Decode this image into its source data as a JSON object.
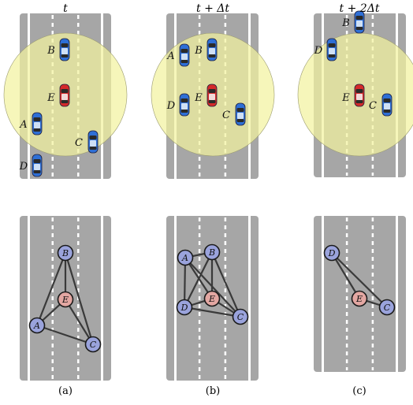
{
  "time_labels": [
    "t",
    "t + Δt",
    "t + 2Δt"
  ],
  "captions": [
    "(a)",
    "(b)",
    "(c)"
  ],
  "colors": {
    "road": "#a6a6a6",
    "lane_marking": "#ffffff",
    "range_fill": "#f2f2a0",
    "car_blue": "#2e6fd6",
    "car_red": "#d42a2a",
    "node_blue": "#9aa3dc",
    "node_red": "#e3a7a2",
    "edge": "#3a3a3a"
  },
  "panels": [
    {
      "cars": [
        {
          "id": "B",
          "color": "blue"
        },
        {
          "id": "E",
          "color": "red"
        },
        {
          "id": "A",
          "color": "blue"
        },
        {
          "id": "C",
          "color": "blue"
        },
        {
          "id": "D",
          "color": "blue"
        }
      ],
      "nodes": [
        "B",
        "E",
        "A",
        "C"
      ],
      "edges": [
        [
          "B",
          "E"
        ],
        [
          "B",
          "A"
        ],
        [
          "B",
          "C"
        ],
        [
          "E",
          "A"
        ],
        [
          "E",
          "C"
        ],
        [
          "A",
          "C"
        ]
      ]
    },
    {
      "cars": [
        {
          "id": "A",
          "color": "blue"
        },
        {
          "id": "B",
          "color": "blue"
        },
        {
          "id": "E",
          "color": "red"
        },
        {
          "id": "D",
          "color": "blue"
        },
        {
          "id": "C",
          "color": "blue"
        }
      ],
      "nodes": [
        "A",
        "B",
        "E",
        "D",
        "C"
      ],
      "edges": [
        [
          "A",
          "B"
        ],
        [
          "A",
          "E"
        ],
        [
          "A",
          "D"
        ],
        [
          "A",
          "C"
        ],
        [
          "B",
          "E"
        ],
        [
          "B",
          "D"
        ],
        [
          "B",
          "C"
        ],
        [
          "E",
          "D"
        ],
        [
          "E",
          "C"
        ],
        [
          "D",
          "C"
        ]
      ]
    },
    {
      "cars": [
        {
          "id": "B",
          "color": "blue"
        },
        {
          "id": "D",
          "color": "blue"
        },
        {
          "id": "E",
          "color": "red"
        },
        {
          "id": "C",
          "color": "blue"
        }
      ],
      "nodes": [
        "D",
        "E",
        "C"
      ],
      "edges": [
        [
          "D",
          "E"
        ],
        [
          "D",
          "C"
        ],
        [
          "E",
          "C"
        ]
      ]
    }
  ]
}
